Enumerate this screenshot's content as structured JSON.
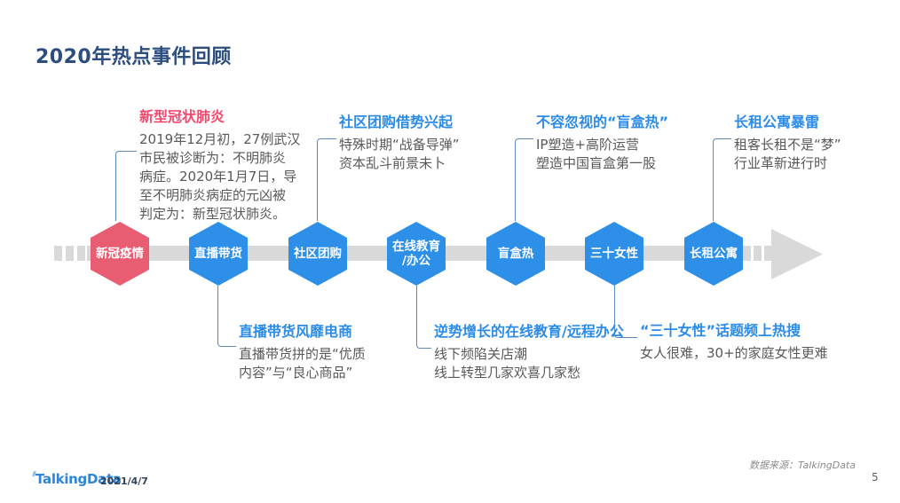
{
  "page_title": "2020年热点事件回顾",
  "timeline": {
    "nodes": [
      {
        "label": "新冠疫情",
        "color": "#e85d72"
      },
      {
        "label": "直播带货",
        "color": "#2e8fe8"
      },
      {
        "label": "社区团购",
        "color": "#2e8fe8"
      },
      {
        "label": "在线教育\n/办公",
        "color": "#2e8fe8"
      },
      {
        "label": "盲盒热",
        "color": "#2e8fe8"
      },
      {
        "label": "三十女性",
        "color": "#2e8fe8"
      },
      {
        "label": "长租公寓",
        "color": "#2e8fe8"
      }
    ]
  },
  "callouts_top": [
    {
      "title": "新型冠状肺炎",
      "lines": [
        "2019年12月初，27例武汉",
        "市民被诊断为：不明肺炎",
        "病症。2020年1月7日，导",
        "至不明肺炎病症的元凶被",
        "判定为：新型冠状肺炎。"
      ]
    },
    {
      "title": "社区团购借势兴起",
      "lines": [
        "特殊时期“战备导弹”",
        "资本乱斗前景未卜"
      ]
    },
    {
      "title": "不容忽视的“盲盒热”",
      "lines": [
        "IP塑造+高阶运营",
        "塑造中国盲盒第一股"
      ]
    },
    {
      "title": "长租公寓暴雷",
      "lines": [
        "租客长租不是“梦”",
        "行业革新进行时"
      ]
    }
  ],
  "callouts_bottom": [
    {
      "title": "直播带货风靡电商",
      "lines": [
        "直播带货拼的是“优质",
        "内容”与“良心商品”"
      ]
    },
    {
      "title": "逆势增长的在线教育/远程办公",
      "lines": [
        "线下频陷关店潮",
        "线上转型几家欢喜几家愁"
      ]
    },
    {
      "title": "“三十女性”话题频上热搜",
      "lines": [
        "女人很难，30+的家庭女性更难"
      ]
    }
  ],
  "footer": {
    "logo": "TalkingData",
    "date": "2021/4/7",
    "source": "数据来源：TalkingData",
    "page": "5"
  },
  "colors": {
    "title_navy": "#2c4d7e",
    "accent_blue": "#2b8ce8",
    "accent_red": "#f2486e",
    "hex_blue": "#2e8fe8",
    "hex_red": "#e85d72",
    "bar_gray": "#d9d9d9",
    "connector_blue": "#5e8ac0"
  }
}
